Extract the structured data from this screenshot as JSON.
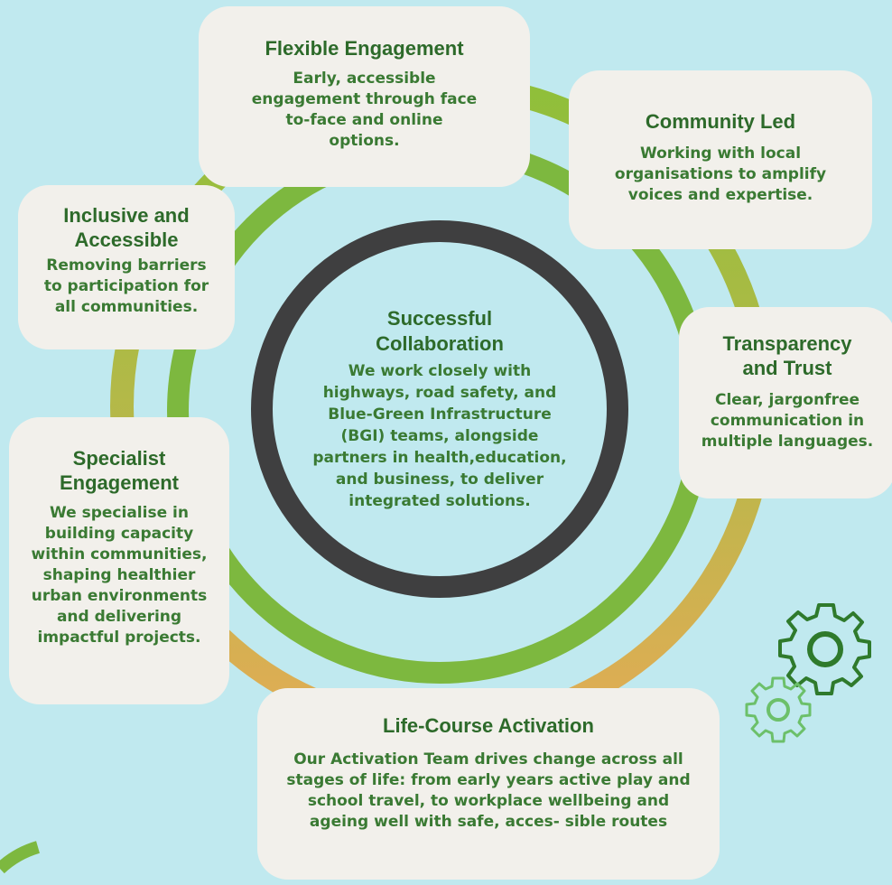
{
  "center": {
    "title": "Successful Collaboration",
    "body": "We work closely with highways, road safety, and Blue-Green Infrastructure (BGI) teams, alongside partners in health,education, and business, to deliver integrated solutions."
  },
  "cards": {
    "flexible": {
      "title": "Flexible Engagement",
      "body": "Early, accessible engagement through face to-face and online options."
    },
    "community": {
      "title": "Community Led",
      "body": "Working with local organisations to amplify voices and expertise."
    },
    "inclusive": {
      "title": "Inclusive and Accessible",
      "body": "Removing barriers to participation for all communities."
    },
    "transparency": {
      "title": "Transparency and Trust",
      "body": "Clear, jargonfree communication in multiple languages."
    },
    "specialist": {
      "title": "Specialist Engagement",
      "body": "We specialise in building capacity within communities, shaping healthier urban environments and delivering impactful projects."
    },
    "lifecourse": {
      "title": "Life-Course Activation",
      "body": "Our Activation Team drives change across all stages of life: from early years active play and school travel, to workplace wellbeing and ageing well with safe, acces- sible routes"
    }
  },
  "colors": {
    "background": "#c0e9ef",
    "card": "#f2f0eb",
    "heading_green": "#2d6a2a",
    "ring_dark": "#3f3f40",
    "ring_green": "#7db83f",
    "ring_olive_gold": "#aab84a",
    "gear_dark": "#2f7a2c",
    "gear_light": "#6cc06a"
  }
}
